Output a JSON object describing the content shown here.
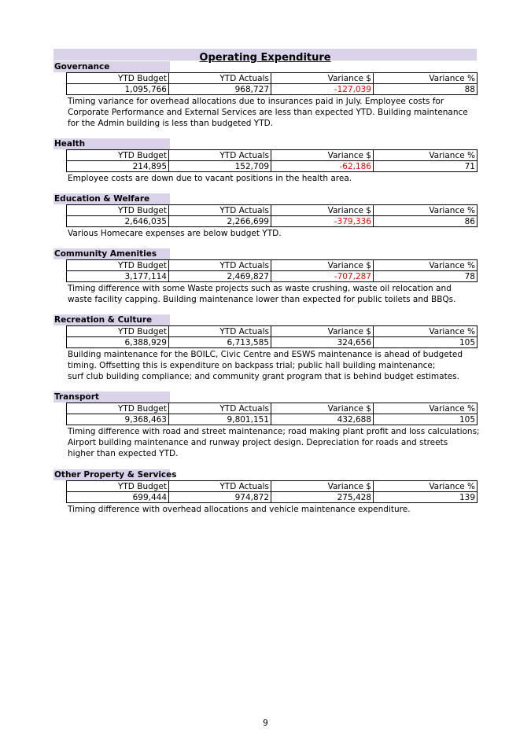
{
  "title": "Operating Expenditure",
  "headers": [
    "YTD Budget",
    "YTD Actuals",
    "Variance $",
    "Variance %"
  ],
  "sections": [
    {
      "name": "Governance",
      "values": [
        "1,095,766",
        "968,727",
        "-127,039",
        "88"
      ],
      "variance_negative": true,
      "notes": [
        "Timing variance for overhead allocations due to insurances paid in July.  Employee costs for",
        "Corporate Performance and External Services are less than expected YTD. Building maintenance",
        "for the Admin building is less than budgeted YTD."
      ]
    },
    {
      "name": "Health",
      "values": [
        "214,895",
        "152,709",
        "-62,186",
        "71"
      ],
      "variance_negative": true,
      "notes": [
        "Employee costs are down due to vacant positions in the health area."
      ]
    },
    {
      "name": "Education & Welfare",
      "values": [
        "2,646,035",
        "2,266,699",
        "-379,336",
        "86"
      ],
      "variance_negative": true,
      "notes": [
        "Various Homecare expenses are below budget YTD."
      ]
    },
    {
      "name": "Community Amenities",
      "values": [
        "3,177,114",
        "2,469,827",
        "-707,287",
        "78"
      ],
      "variance_negative": true,
      "notes": [
        "Timing difference with some Waste projects such as waste crushing, waste oil relocation and",
        "waste facility capping. Building maintenance lower than expected for public toilets and BBQs."
      ]
    },
    {
      "name": "Recreation & Culture",
      "values": [
        "6,388,929",
        "6,713,585",
        "324,656",
        "105"
      ],
      "variance_negative": false,
      "notes": [
        "Building maintenance for the BOILC, Civic Centre and ESWS maintenance is ahead of budgeted",
        "timing.  Offsetting this is expenditure on backpass trial; public hall building maintenance;",
        "surf club building compliance; and community grant program that is behind budget estimates."
      ]
    },
    {
      "name": "Transport",
      "values": [
        "9,368,463",
        "9,801,151",
        "432,688",
        "105"
      ],
      "variance_negative": false,
      "notes": [
        "Timing difference with road and street maintenance; road making plant profit and loss calculations;",
        "Airport building maintenance and runway project design. Depreciation for roads and streets",
        "higher than expected YTD."
      ]
    },
    {
      "name": "Other Property & Services",
      "values": [
        "699,444",
        "974,872",
        "275,428",
        "139"
      ],
      "variance_negative": false,
      "notes": [
        "Timing difference with overhead allocations and vehicle maintenance expenditure."
      ]
    }
  ],
  "page_number": "9",
  "colors": {
    "section_fill": "#d9d2e9",
    "negative": "#ff0000"
  }
}
